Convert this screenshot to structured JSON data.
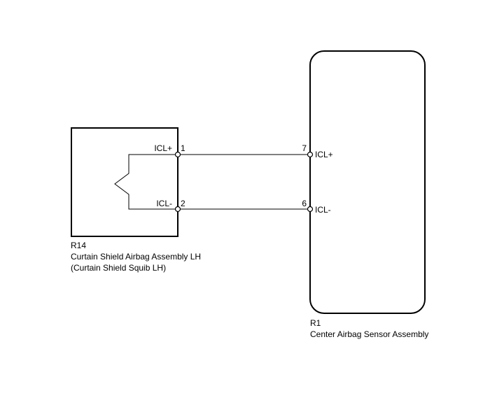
{
  "components": {
    "r14": {
      "code": "R14",
      "name": "Curtain Shield Airbag Assembly LH",
      "subname": "(Curtain Shield Squib LH)",
      "pins": {
        "p1": {
          "number": "1",
          "label": "ICL+"
        },
        "p2": {
          "number": "2",
          "label": "ICL-"
        }
      }
    },
    "r1": {
      "code": "R1",
      "name": "Center Airbag Sensor Assembly",
      "pins": {
        "p7": {
          "number": "7",
          "label": "ICL+"
        },
        "p6": {
          "number": "6",
          "label": "ICL-"
        }
      }
    }
  },
  "wires": [
    {
      "from": "R14-1",
      "to": "R1-7"
    },
    {
      "from": "R14-2",
      "to": "R1-6"
    }
  ]
}
